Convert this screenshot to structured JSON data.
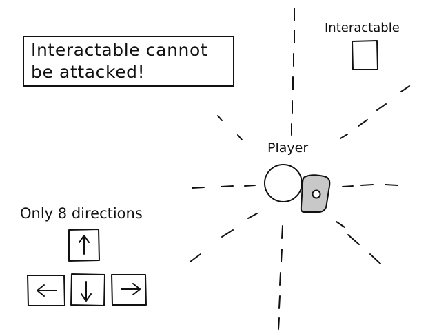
{
  "note": {
    "line1": "Interactable cannot",
    "line2": "be attacked!"
  },
  "labels": {
    "interactable": "Interactable",
    "player": "Player",
    "directions": "Only 8 directions"
  },
  "keys": [
    {
      "name": "up-arrow-key",
      "glyph": "up"
    },
    {
      "name": "left-arrow-key",
      "glyph": "left"
    },
    {
      "name": "down-arrow-key",
      "glyph": "down"
    },
    {
      "name": "right-arrow-key",
      "glyph": "right"
    }
  ],
  "colors": {
    "ink": "#111111",
    "shield_fill": "#c8c8c8",
    "background": "#ffffff"
  }
}
